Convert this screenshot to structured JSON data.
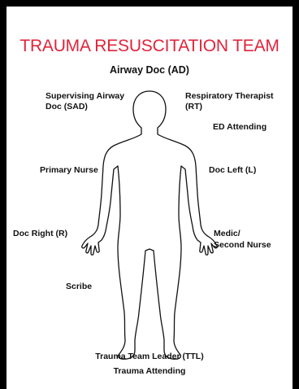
{
  "diagram": {
    "title": "TRAUMA RESUSCITATION TEAM",
    "title_color": "#e0243c",
    "figure_icon": "human-body-outline",
    "roles": {
      "airway_doc": "Airway Doc (AD)",
      "supervising_airway_doc_line1": "Supervising Airway",
      "supervising_airway_doc_line2": "Doc (SAD)",
      "respiratory_therapist_line1": "Respiratory Therapist",
      "respiratory_therapist_line2": "(RT)",
      "ed_attending": "ED Attending",
      "primary_nurse": "Primary Nurse",
      "doc_left": "Doc Left (L)",
      "doc_right": "Doc Right (R)",
      "medic_line1": "Medic/",
      "medic_line2": "Second Nurse",
      "scribe": "Scribe",
      "trauma_team_leader": "Trauma Team Leader (TTL)",
      "trauma_attending": "Trauma Attending"
    }
  }
}
